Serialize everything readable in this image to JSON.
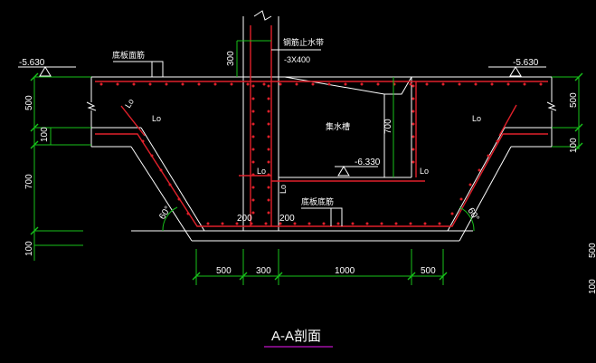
{
  "drawing": {
    "title": "A-A剖面",
    "colors": {
      "background": "#000000",
      "outline": "#ffffff",
      "rebar": "#e0202a",
      "dimension": "#17c21a",
      "title_underline": "#c014c8"
    }
  },
  "levels": {
    "left_top": "-5.630",
    "right_top": "-5.630",
    "pit_bottom": "-6.330"
  },
  "labels": {
    "top_reinforcement": "底板面筋",
    "top_wall_rebar": "钢筋止水带",
    "wall_size": "-3X400",
    "sump": "集水槽",
    "bottom_reinforcement": "底板底筋",
    "lap": "Lo"
  },
  "dimensions": {
    "top_300": "300",
    "left_500": "500",
    "left_100": "100",
    "left_700": "700",
    "left_bottom_100": "100",
    "right_500": "500",
    "right_100": "100",
    "right_far_a": "500",
    "right_far_b": "100",
    "inner_700": "700",
    "bar_200_left": "200",
    "bar_200_right": "200",
    "bottom_500_left": "500",
    "bottom_300": "300",
    "bottom_1000": "1000",
    "bottom_500_right": "500",
    "angle_left": "60°",
    "angle_right": "60°"
  }
}
